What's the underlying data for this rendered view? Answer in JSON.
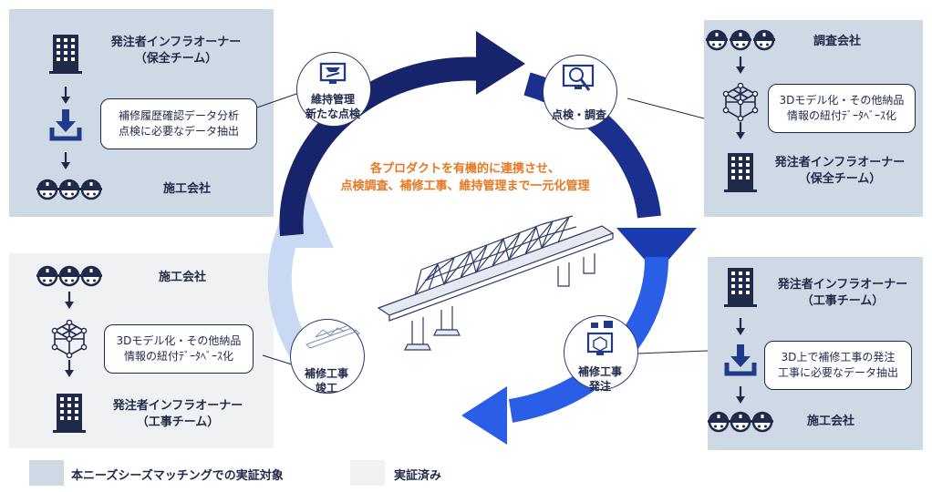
{
  "panels": {
    "top_left": {
      "owner": "発注者インフラオーナー",
      "owner_team": "（保全チーム）",
      "note": [
        "補修履歴確認データ分析",
        "点検に必要なデータ抽出"
      ],
      "contractor": "施工会社"
    },
    "top_right": {
      "surveyor": "調査会社",
      "note": [
        "3Dモデル化・その他納品",
        "情報の紐付ﾃﾞｰﾀﾍﾞｰｽ化"
      ],
      "owner": "発注者インフラオーナー",
      "owner_team": "（保全チーム）"
    },
    "bottom_left": {
      "contractor": "施工会社",
      "note": [
        "3Dモデル化・その他納品",
        "情報の紐付ﾃﾞｰﾀﾍﾞｰｽ化"
      ],
      "owner": "発注者インフラオーナー",
      "owner_team": "（工事チーム）"
    },
    "bottom_right": {
      "owner": "発注者インフラオーナー",
      "owner_team": "（工事チーム）",
      "note": [
        "3D上で補修工事の発注",
        "工事に必要なデータ抽出"
      ],
      "contractor": "施工会社"
    }
  },
  "cycle": {
    "center_text": [
      "各プロダクトを有機的に連携させ、",
      "点検調査、補修工事、維持管理まで一元化管理"
    ],
    "nodes": {
      "maintenance": [
        "維持管理",
        "新たな点検"
      ],
      "inspection": [
        "点検・調査"
      ],
      "order": [
        "補修工事",
        "発注"
      ],
      "completion": [
        "補修工事",
        "竣工"
      ]
    }
  },
  "legend": {
    "target": "本ニーズシーズマッチングでの実証対象",
    "done": "実証済み"
  },
  "colors": {
    "panel_blue": "#cfd9e6",
    "panel_gray": "#f0f1f3",
    "navy": "#1f2a4a",
    "arrow_dark": "#17246b",
    "arrow_mid": "#1f4fd1",
    "arrow_light": "#c9d8f3",
    "accent_orange": "#e87722"
  }
}
